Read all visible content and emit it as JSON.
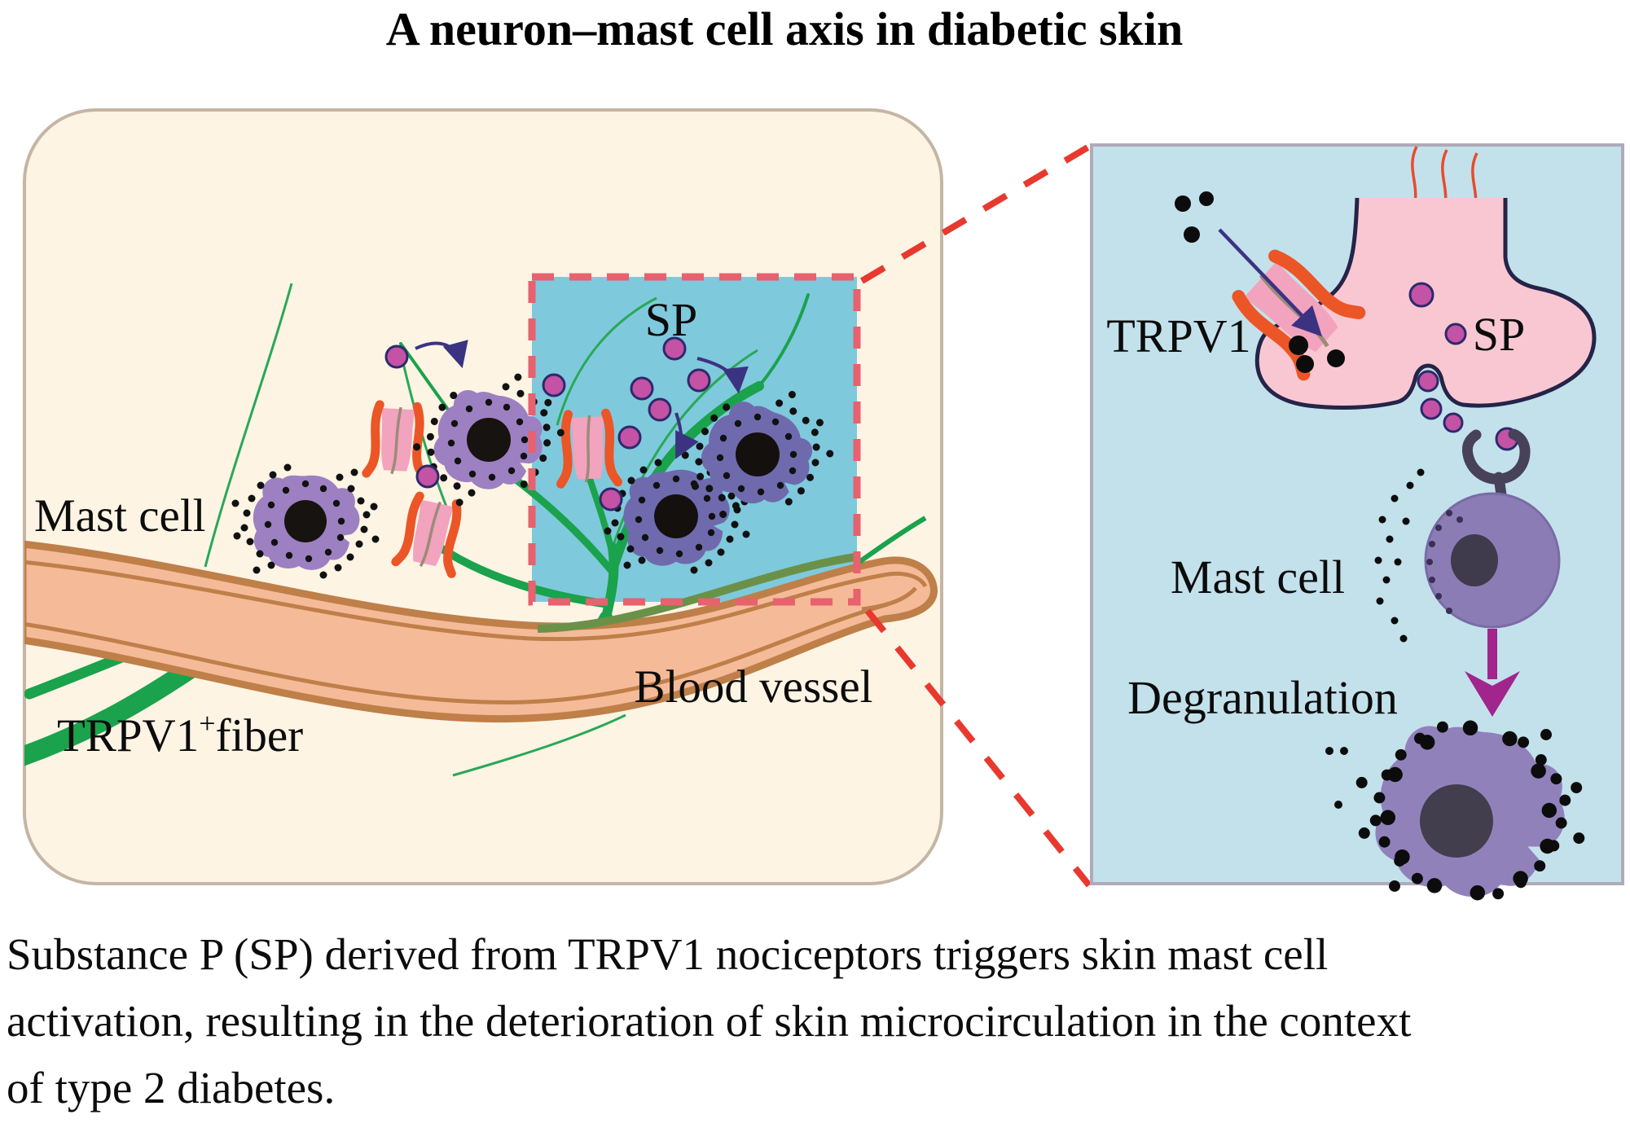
{
  "title": "A neuron–mast cell axis in diabetic skin",
  "left_panel": {
    "labels": {
      "mast_cell": "Mast cell",
      "trpv1_fiber_base": "TRPV1",
      "trpv1_fiber_sup": "+",
      "trpv1_fiber_rest": "fiber",
      "blood_vessel": "Blood vessel",
      "sp": "SP"
    }
  },
  "right_panel": {
    "labels": {
      "trpv1": "TRPV1",
      "sp": "SP",
      "mast_cell": "Mast cell",
      "degranulation": "Degranulation"
    }
  },
  "caption": {
    "line1": "Substance P (SP) derived from TRPV1 nociceptors triggers skin mast cell",
    "line2": "activation, resulting in the deterioration of skin microcirculation in the context",
    "line3": "of type 2 diabetes."
  },
  "palette": {
    "skin_cream": "#fdf4e4",
    "skin_border": "#c4b5a5",
    "inset_box_blue": "#7fc9dc",
    "right_panel_blue": "#c3e1eb",
    "right_panel_border": "#b0aab8",
    "dashed_box_red": "#e7616e",
    "connector_red": "#e8392e",
    "vessel_fill": "#f5ba98",
    "vessel_wall": "#bf7f49",
    "fiber_green": "#1ba24c",
    "fiber_olive": "#6b9148",
    "trpv1_channel_orange": "#ec5526",
    "trpv1_channel_pink": "#f2a3bd",
    "terminal_pink": "#f9c7d2",
    "terminal_outline": "#242449",
    "mast_cell_purple": "#9d80c1",
    "mast_cell_slate": "#6f6aad",
    "mast_cell_right": "#8c7cb5",
    "nucleus_dark": "#171310",
    "nucleus_slate": "#3f3b4c",
    "sp_magenta": "#c452a5",
    "sp_outline": "#2c2a6b",
    "navy_arrow": "#3b3382",
    "heat_arrow_red": "#e84b2c",
    "degranulation_arrow": "#a1258c",
    "receptor_slate": "#47415a"
  }
}
